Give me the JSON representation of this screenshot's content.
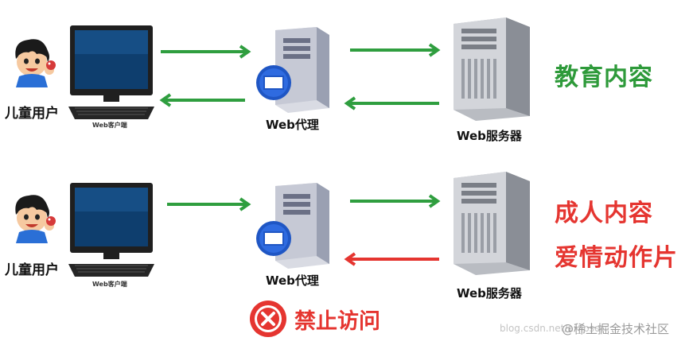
{
  "colors": {
    "arrow_green": "#2f9e3f",
    "arrow_red": "#e53530",
    "text_green": "#2e9a3a",
    "text_red": "#e53530"
  },
  "rows": [
    {
      "user_label": "儿童用户",
      "client_label": "Web客户端",
      "proxy_label": "Web代理",
      "server_label": "Web服务器",
      "content_lines": [
        "教育内容"
      ],
      "content_color": "green",
      "return_arrow_color": "green"
    },
    {
      "user_label": "儿童用户",
      "client_label": "Web客户端",
      "proxy_label": "Web代理",
      "server_label": "Web服务器",
      "content_lines": [
        "成人内容",
        "爱情动作片"
      ],
      "content_color": "red",
      "return_arrow_color": "red"
    }
  ],
  "denied": {
    "icon": "x-circle-icon",
    "label": "禁止访问"
  },
  "watermark": {
    "back": "blog.csdn.net/ai_loser",
    "front": "@稀土掘金技术社区"
  }
}
